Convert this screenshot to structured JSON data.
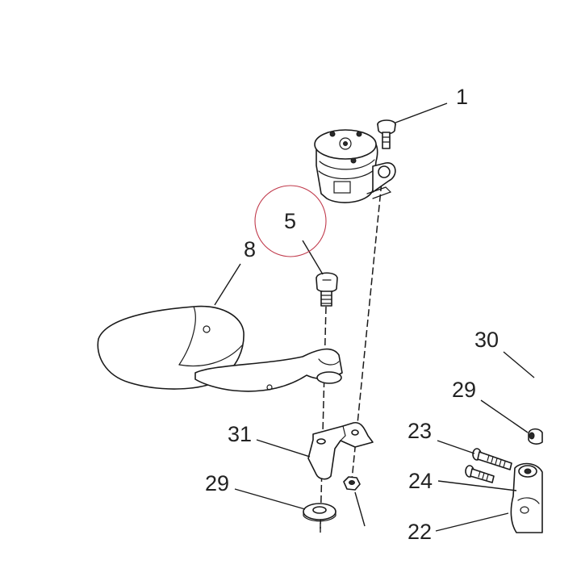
{
  "diagram": {
    "highlight_color": "#c0394b",
    "line_color": "#1a1a1a",
    "callouts": {
      "c1": "1",
      "c5": "5",
      "c8": "8",
      "c30": "30",
      "c29_top": "29",
      "c23": "23",
      "c24": "24",
      "c31": "31",
      "c29_bottom": "29",
      "c22": "22"
    }
  }
}
